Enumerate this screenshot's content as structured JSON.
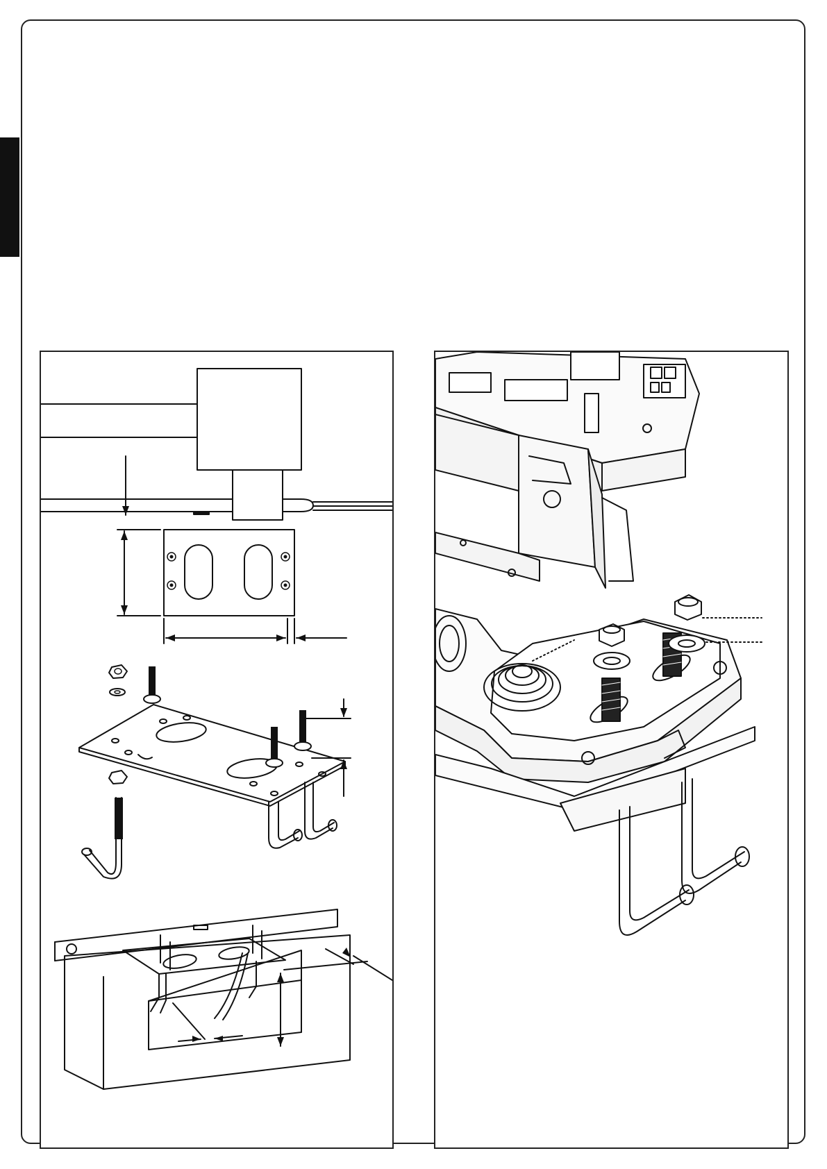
{
  "document": {
    "type": "installation-manual-page",
    "figures": [
      {
        "id": "left",
        "content": [
          "mounting-plate-top-view",
          "mounting-plate-with-anchor-bolts",
          "plate-in-concrete-foundation"
        ]
      },
      {
        "id": "right",
        "content": [
          "gate-motor-on-plate-with-nuts-and-washers"
        ]
      }
    ]
  }
}
